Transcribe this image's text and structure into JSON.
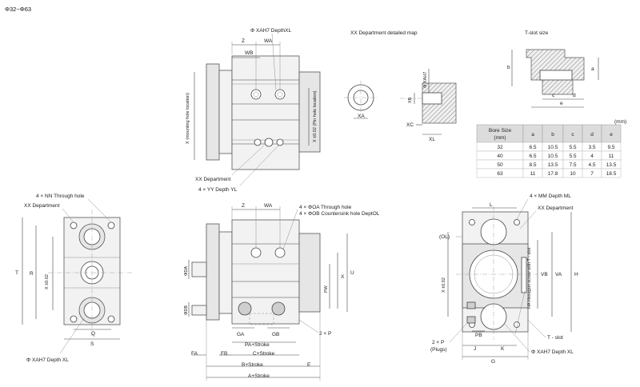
{
  "title": "Φ32~Φ63",
  "top_view": {
    "z": "Z",
    "wa": "WA",
    "wb": "WB",
    "xah7_depth": "Φ XAH7 DepthXL",
    "x_mounting": "X (mounting hole location)",
    "x_pin": "X ±0.02 (Pin hole location)",
    "xx_department": "XX Department",
    "yy_depth": "4 × YY Depth YL"
  },
  "detail_map": {
    "title": "XX Department detailed map",
    "xa": "XA",
    "xb": "XB",
    "xc": "XC",
    "xl": "XL",
    "xah7": "Φ XAH7"
  },
  "tslot": {
    "title": "T-slot size",
    "a": "a",
    "b": "b",
    "c": "c",
    "d": "d",
    "e": "e",
    "unit": "(mm)",
    "headers": [
      "Bore Size (mm)",
      "a",
      "b",
      "c",
      "d",
      "e"
    ],
    "rows": [
      [
        "32",
        "6.5",
        "10.5",
        "5.5",
        "3.5",
        "9.5"
      ],
      [
        "40",
        "6.5",
        "10.5",
        "5.5",
        "4",
        "11"
      ],
      [
        "50",
        "8.5",
        "13.5",
        "7.5",
        "4.5",
        "13.5"
      ],
      [
        "63",
        "11",
        "17.8",
        "10",
        "7",
        "18.5"
      ]
    ]
  },
  "left_view": {
    "nn_hole": "4 × NN Through hole",
    "xx_department": "XX Department",
    "t": "T",
    "r": "R",
    "x": "X ±0.02",
    "q": "Q",
    "s": "S",
    "xah7_depth": "Φ XAH7 Depth XL"
  },
  "front_view": {
    "z": "Z",
    "wa": "WA",
    "oa_hole": "4 × ΦOA Through hole",
    "ob_hole": "4 × ΦOB Countersink hole DeptOL",
    "da": "ΦDA",
    "db": "ΦDB",
    "pw": "PW",
    "x": "X",
    "u": "U",
    "ga": "GA",
    "gb": "GB",
    "two_p": "2 × P",
    "pa_stroke": "PA+Stroke",
    "fa": "FA",
    "fb": "FB",
    "c_stroke": "C+Stroke",
    "b_stroke": "B+Stroke",
    "e": "E",
    "a_stroke": "A+Stroke"
  },
  "right_view": {
    "mm_depth": "4 × MM Depth ML",
    "xx_department": "XX Department",
    "l": "L",
    "ol": "(OL)",
    "x": "X ±0.02",
    "vb": "VB",
    "va": "VA",
    "h": "H",
    "hexagon": "HA Hexagon screw with T - slot",
    "plugs_a": "2 × P",
    "plugs_b": "(Plugs)",
    "pb": "PB",
    "tslot": "T - slot",
    "j": "J",
    "k": "K",
    "g": "G",
    "xah7_depth": "Φ XAH7 Depth XL"
  }
}
